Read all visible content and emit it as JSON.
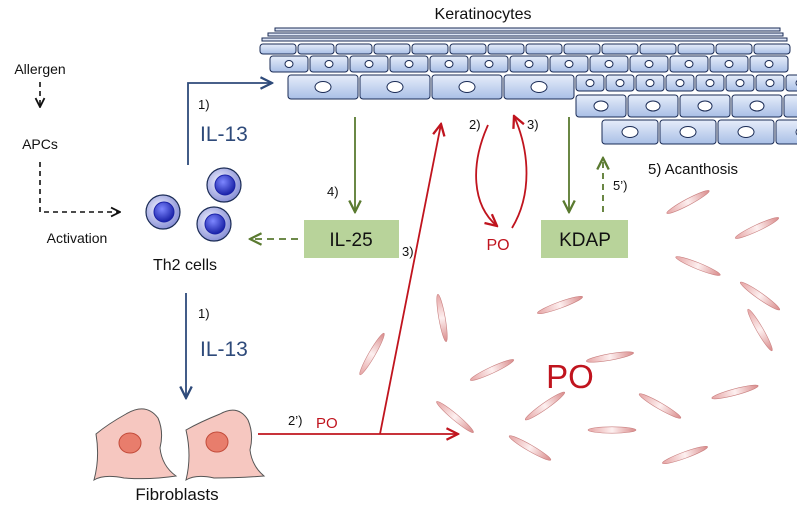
{
  "labels": {
    "keratinocytes": "Keratinocytes",
    "allergen": "Allergen",
    "apcs": "APCs",
    "activation": "Activation",
    "th2_cells": "Th2 cells",
    "fibroblasts": "Fibroblasts",
    "acanthosis": "5) Acanthosis",
    "po_large": "PO"
  },
  "steps": {
    "top_1": "1)",
    "top_il13": "IL-13",
    "mid_1": "1)",
    "mid_il13": "IL-13",
    "s4": "4)",
    "s2": "2)",
    "s3a": "3)",
    "s3b": "3)",
    "s5p": "5’)",
    "s2p": "2’)",
    "po_loop": "PO",
    "po_fib": "PO"
  },
  "boxes": {
    "il25": "IL-25",
    "kdap": "KDAP"
  },
  "colors": {
    "il13_blue": "#2e4a7a",
    "green": "#5a7a30",
    "box_green": "#b8d39a",
    "red": "#c0141e",
    "cell_fill": "#c5d5ef",
    "cell_stroke": "#1a2b55",
    "fibroblast_fill": "#f6c7c0",
    "fibroblast_nucleus": "#e87d6c"
  }
}
